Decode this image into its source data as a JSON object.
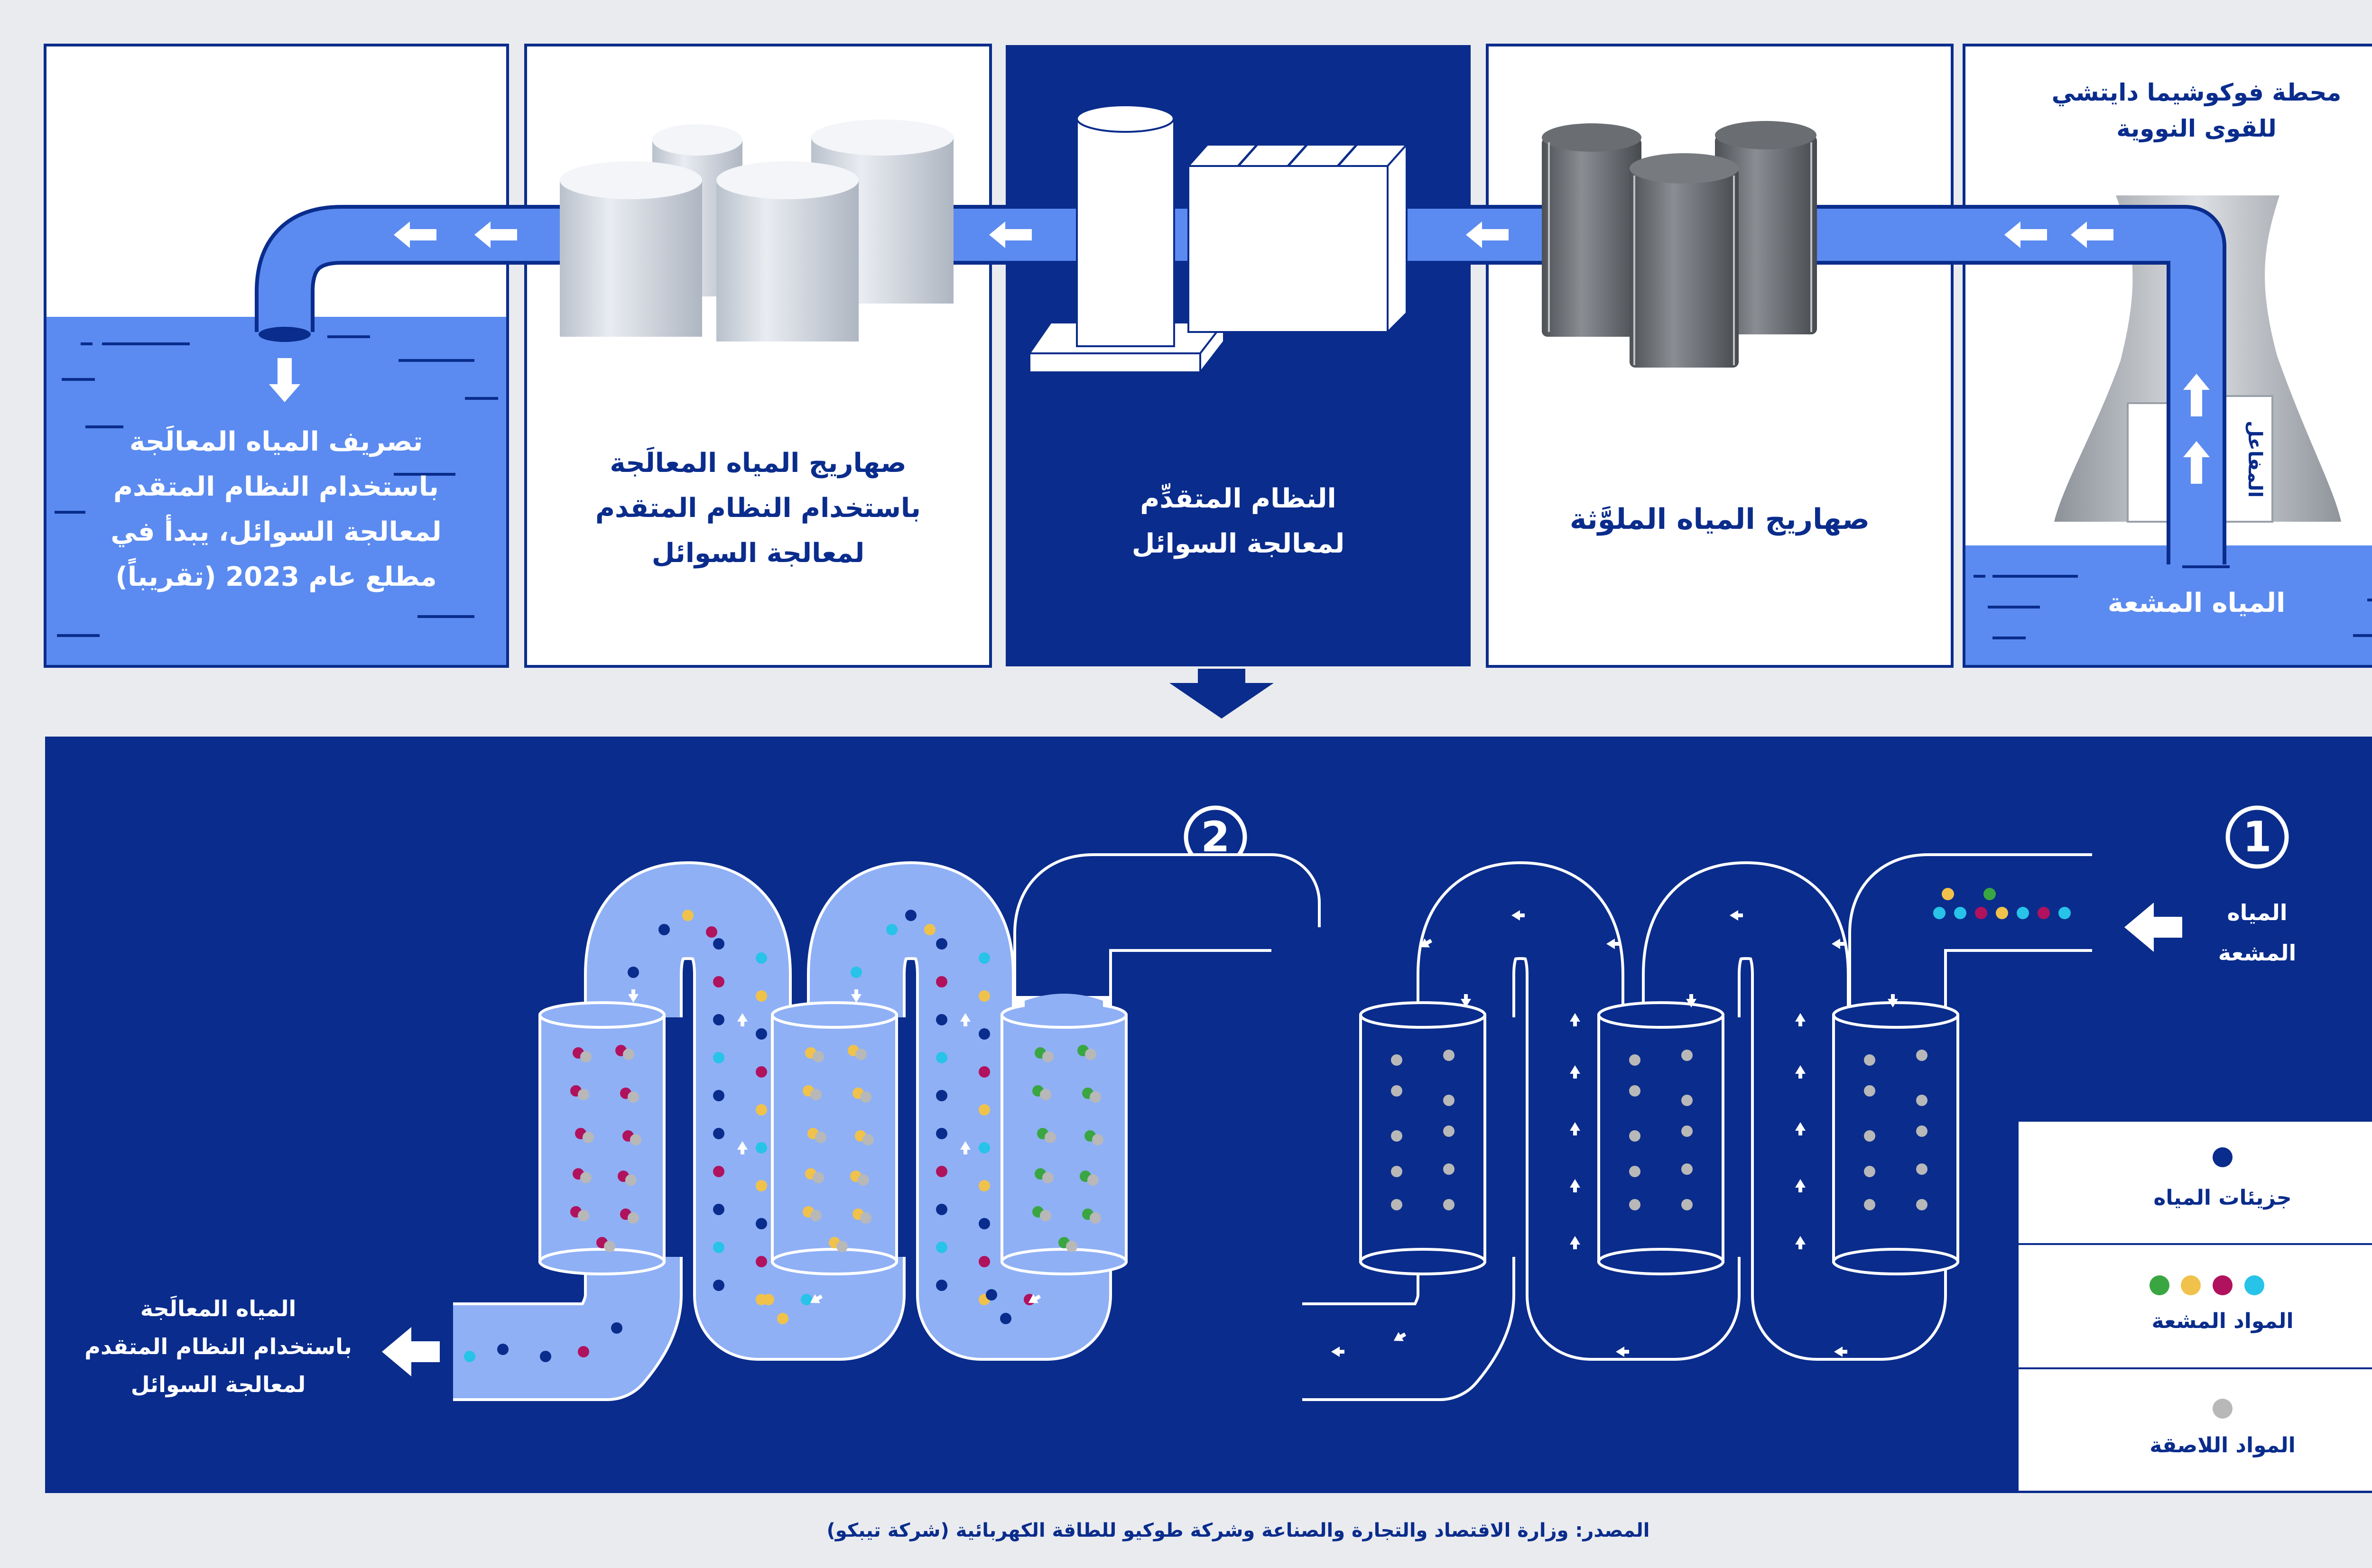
{
  "colors": {
    "navy": "#0a2c8c",
    "blue": "#5b8bf0",
    "light_blue": "#8fb0f5",
    "background": "#eaebef",
    "white": "#ffffff"
  },
  "panels": {
    "plant": {
      "title_line1": "محطة فوكوشيما دايتشي",
      "title_line2": "للقوى النووية",
      "reactor_label": "المفاعل",
      "water_label": "المياه المشعة"
    },
    "contaminated": {
      "label": "صهاريج المياه الملوَّثة"
    },
    "alps": {
      "label_line1": "النظام المتقدِّم",
      "label_line2": "لمعالجة السوائل"
    },
    "treated_tanks": {
      "label_line1": "صهاريج المياه المعالَجة",
      "label_line2": "باستخدام النظام المتقدم",
      "label_line3": "لمعالجة السوائل"
    },
    "discharge": {
      "label_line1": "تصريف المياه المعالَجة",
      "label_line2": "باستخدام النظام المتقدم",
      "label_line3": "لمعالجة السوائل، يبدأ في",
      "label_line4": "مطلع عام 2023 (تقريباً)"
    }
  },
  "process": {
    "step1": "1",
    "step2": "2",
    "input_line1": "المياه",
    "input_line2": "المشعة",
    "output_line1": "المياه المعالَجة",
    "output_line2": "باستخدام النظام المتقدم",
    "output_line3": "لمعالجة السوائل"
  },
  "legend": {
    "water_molecules": "جزيئات المياه",
    "radioactive": "المواد المشعة",
    "adhesive": "المواد اللاصقة"
  },
  "source": "المصدر: وزارة الاقتصاد والتجارة والصناعة وشركة طوكيو للطاقة الكهربائية (شركة تيبكو)"
}
